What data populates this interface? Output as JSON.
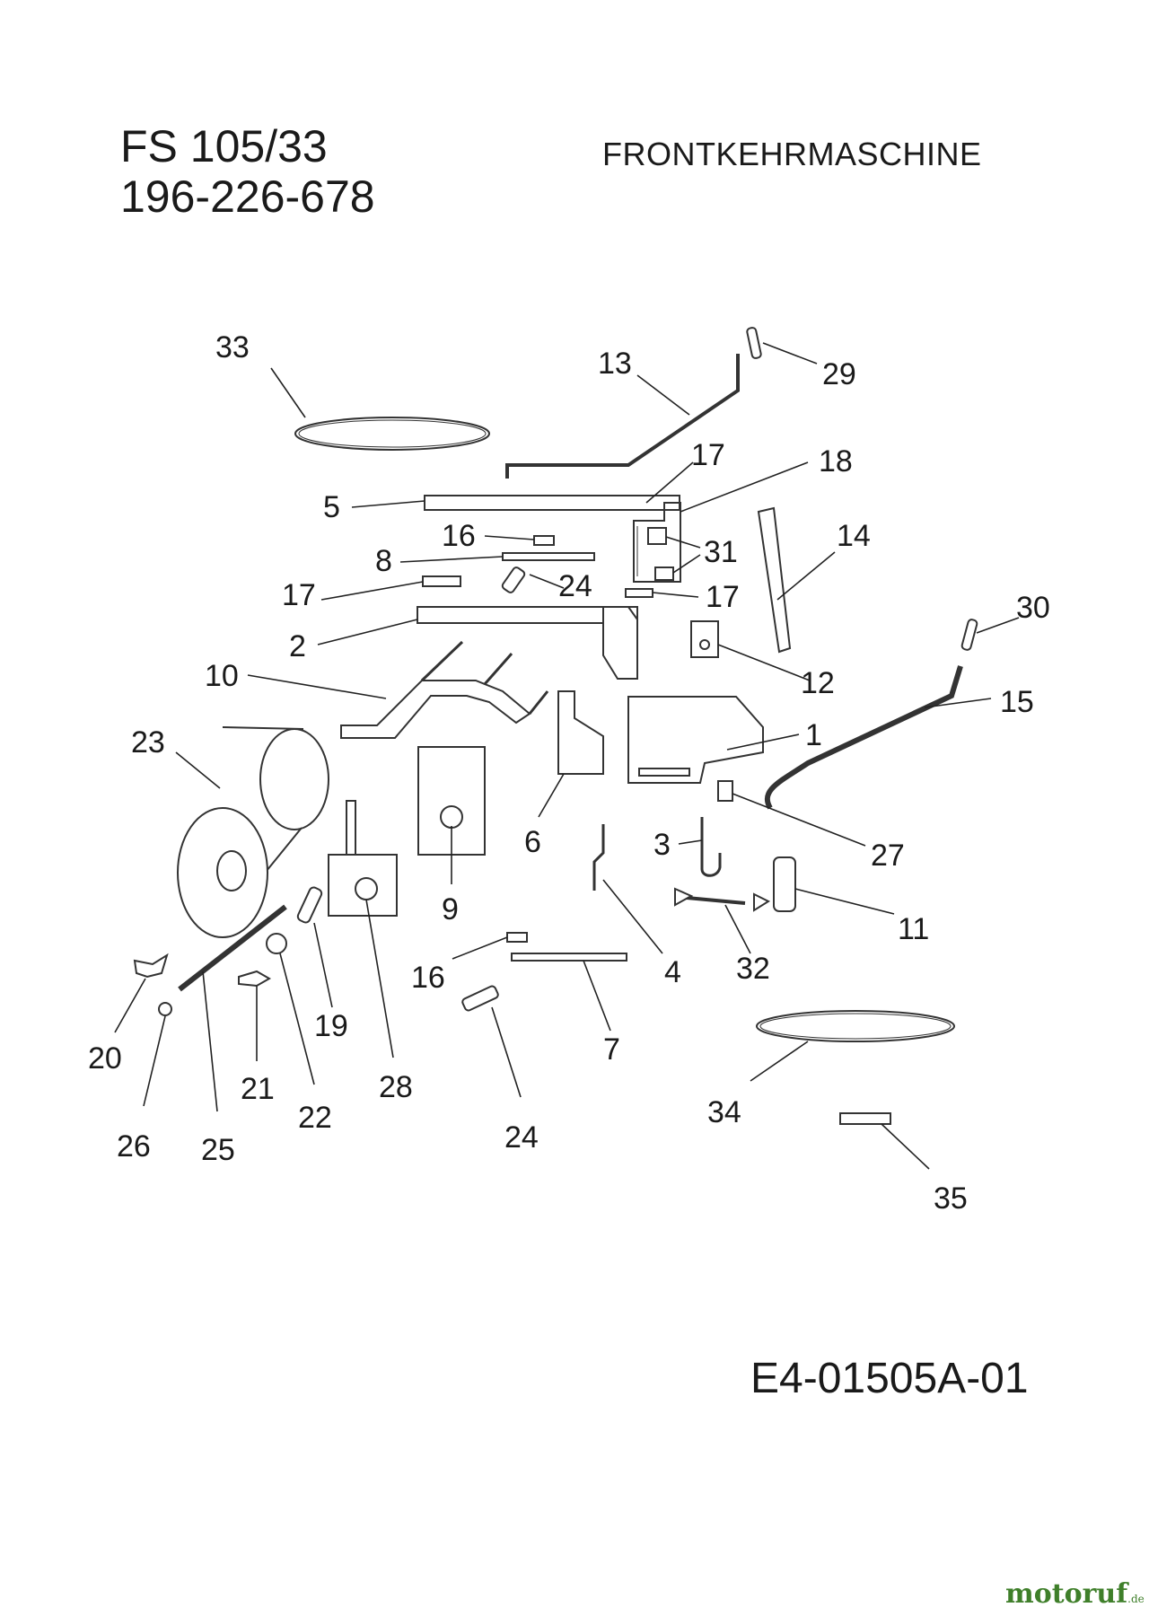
{
  "header": {
    "model": "FS 105/33",
    "part_number": "196-226-678",
    "title": "FRONTKEHRMASCHINE"
  },
  "footer": {
    "doc_id": "E4-01505A-01",
    "brand": "motoruf",
    "brand_suffix": ".de"
  },
  "callouts": {
    "c1": "1",
    "c2": "2",
    "c3": "3",
    "c4": "4",
    "c5": "5",
    "c6": "6",
    "c7": "7",
    "c8": "8",
    "c9": "9",
    "c10": "10",
    "c11": "11",
    "c12": "12",
    "c13": "13",
    "c14": "14",
    "c15": "15",
    "c16a": "16",
    "c16b": "16",
    "c17a": "17",
    "c17b": "17",
    "c17c": "17",
    "c18": "18",
    "c19": "19",
    "c20": "20",
    "c21": "21",
    "c22": "22",
    "c23": "23",
    "c24a": "24",
    "c24b": "24",
    "c25": "25",
    "c26": "26",
    "c27": "27",
    "c28": "28",
    "c29": "29",
    "c30": "30",
    "c31": "31",
    "c32": "32",
    "c33": "33",
    "c34": "34",
    "c35": "35"
  }
}
